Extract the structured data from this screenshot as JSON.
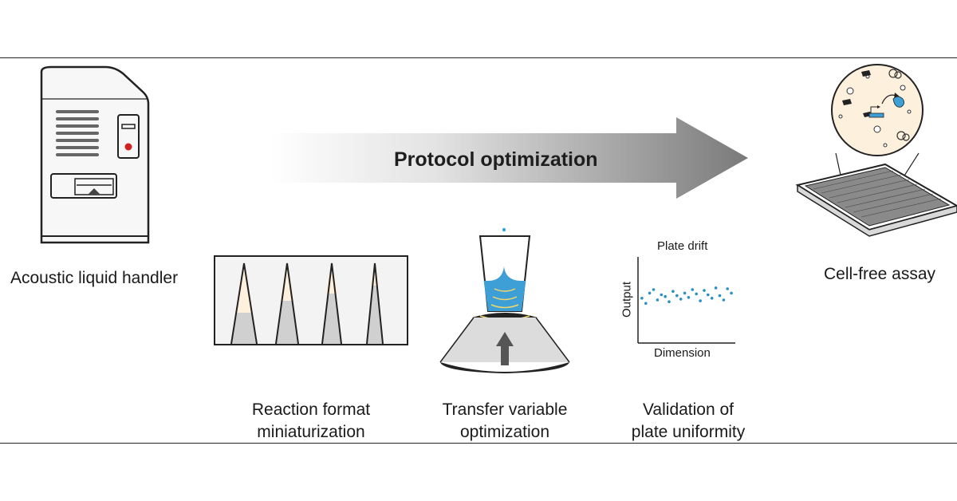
{
  "arrow": {
    "label": "Protocol optimization"
  },
  "items": {
    "handler": "Acoustic liquid handler",
    "miniaturization": [
      "Reaction format",
      "miniaturization"
    ],
    "transfer": [
      "Transfer variable",
      "optimization"
    ],
    "validation": [
      "Validation of",
      "plate uniformity"
    ],
    "assay": "Cell-free assay"
  },
  "chart_data": {
    "type": "scatter",
    "title": "Plate drift",
    "xlabel": "Dimension",
    "ylabel": "Output",
    "x": [
      1,
      2,
      3,
      4,
      5,
      6,
      7,
      8,
      9,
      10,
      11,
      12,
      13,
      14,
      15,
      16,
      17,
      18,
      19,
      20,
      21,
      22,
      23,
      24
    ],
    "y": [
      0.52,
      0.46,
      0.58,
      0.62,
      0.5,
      0.56,
      0.54,
      0.48,
      0.6,
      0.55,
      0.51,
      0.58,
      0.53,
      0.62,
      0.57,
      0.49,
      0.61,
      0.56,
      0.52,
      0.64,
      0.55,
      0.5,
      0.63,
      0.58
    ],
    "xlim": [
      0,
      25
    ],
    "ylim": [
      0,
      1
    ],
    "color": "#2a8fc4"
  },
  "colors": {
    "accent": "#2a8fc4",
    "liquid": "#3d9fd6",
    "tube_fill": "#fdf0dc",
    "arrow_dark": "#7a7a7a"
  }
}
